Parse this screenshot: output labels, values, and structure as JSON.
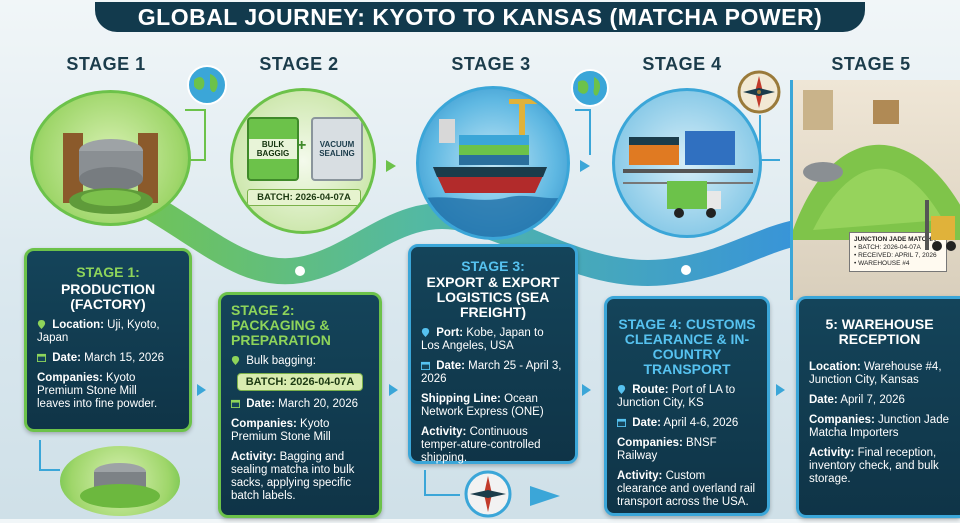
{
  "title": "GLOBAL JOURNEY: KYOTO TO KANSAS (MATCHA POWER)",
  "stage_labels": [
    "STAGE 1",
    "STAGE 2",
    "STAGE 3",
    "STAGE 4",
    "STAGE 5"
  ],
  "stage2_bags": {
    "bag1": "BULK BAGGIG",
    "bag2": "VACUUM SEALING",
    "batch": "BATCH: 2026-04-07A"
  },
  "stage5_tag": {
    "line1": "JUNCTION JADE MATCHA",
    "line2": "• BATCH: 2026-04-07A",
    "line3": "• RECEIVED: APRIL 7, 2026",
    "line4": "• WAREHOUSE #4"
  },
  "panels": {
    "s1": {
      "title": "STAGE 1:",
      "subtitle": "PRODUCTION (FACTORY)",
      "location_label": "Location:",
      "location": "Uji, Kyoto, Japan",
      "date_label": "Date:",
      "date": "March 15, 2026",
      "companies_label": "Companies:",
      "companies": "Kyoto Premium Stone Mill",
      "extra": "leaves into fine powder."
    },
    "s2": {
      "title": "STAGE 2: PACKAGING & PREPARATION",
      "bulk": "Bulk bagging:",
      "batch": "BATCH: 2026-04-07A",
      "date_label": "Date:",
      "date": "March 20, 2026",
      "companies_label": "Companies:",
      "companies": "Kyoto Premium Stone Mill",
      "activity_label": "Activity:",
      "activity": "Bagging and sealing matcha into bulk sacks, applying specific batch labels."
    },
    "s3": {
      "title": "STAGE 3:",
      "subtitle": "EXPORT & EXPORT LOGISTICS (SEA FREIGHT)",
      "port_label": "Port:",
      "port": "Kobe, Japan to Los Angeles, USA",
      "date_label": "Date:",
      "date": "March 25 - April 3, 2026",
      "shipping_label": "Shipping Line:",
      "shipping": "Ocean Network Express (ONE)",
      "activity_label": "Activity:",
      "activity": "Continuous temper-ature-controlled shipping."
    },
    "s4": {
      "title": "STAGE 4: CUSTOMS CLEARANCE & IN-COUNTRY TRANSPORT",
      "route_label": "Route:",
      "route": "Port of LA to Junction City, KS",
      "date_label": "Date:",
      "date": "April 4-6, 2026",
      "companies_label": "Companies:",
      "companies": "BNSF Railway",
      "activity_label": "Activity:",
      "activity": "Custom clearance and overland rail transport across the USA."
    },
    "s5": {
      "title": "5: WAREHOUSE RECEPTION",
      "location_label": "Location:",
      "location": "Warehouse #4, Junction City, Kansas",
      "date_label": "Date:",
      "date": "April 7, 2026",
      "companies_label": "Companies:",
      "companies": "Junction Jade Matcha Importers",
      "activity_label": "Activity:",
      "activity": "Final reception, inventory check, and bulk storage."
    }
  },
  "icons": [
    "globe-icon",
    "compass-icon",
    "location-pin-icon",
    "calendar-icon",
    "stone-mill-icon",
    "ship-icon",
    "train-icon",
    "truck-icon",
    "forklift-icon"
  ],
  "colors": {
    "panel_bg": "#14445a",
    "green_accent": "#6cc24a",
    "blue_accent": "#3ba6d8",
    "title_bar": "#123a4d"
  }
}
